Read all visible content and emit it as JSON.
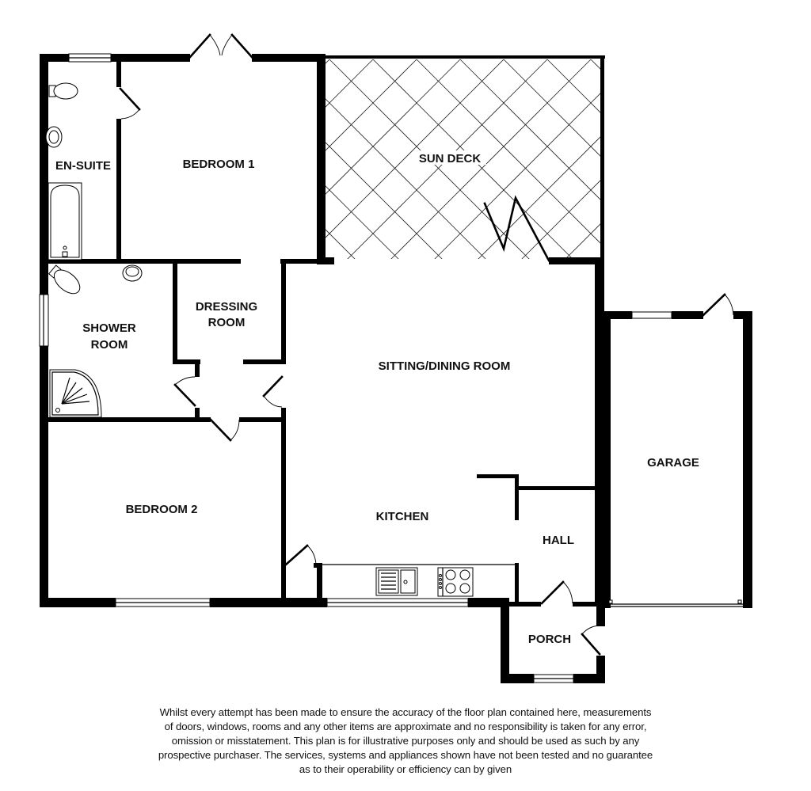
{
  "floor_plan": {
    "rooms": [
      {
        "id": "en-suite",
        "label": "EN-SUITE"
      },
      {
        "id": "bedroom-1",
        "label": "BEDROOM 1"
      },
      {
        "id": "sun-deck",
        "label": "SUN DECK"
      },
      {
        "id": "shower-room",
        "label_lines": [
          "SHOWER",
          "ROOM"
        ]
      },
      {
        "id": "dressing-room",
        "label_lines": [
          "DRESSING",
          "ROOM"
        ]
      },
      {
        "id": "sitting-dining-room",
        "label": "SITTING/DINING ROOM"
      },
      {
        "id": "garage",
        "label": "GARAGE"
      },
      {
        "id": "bedroom-2",
        "label": "BEDROOM 2"
      },
      {
        "id": "kitchen",
        "label": "KITCHEN"
      },
      {
        "id": "hall",
        "label": "HALL"
      },
      {
        "id": "porch",
        "label": "PORCH"
      }
    ],
    "fixtures": [
      "toilet",
      "basin",
      "bath",
      "corner-shower",
      "sink-drainer",
      "hob"
    ],
    "colors": {
      "wall": "#000000",
      "background": "#ffffff",
      "text": "#111111"
    }
  },
  "disclaimer": {
    "lines": [
      "Whilst every attempt has been made to ensure the accuracy of the floor plan contained here, measurements",
      "of doors, windows, rooms and any other items are approximate and no responsibility is taken for any error,",
      "omission or misstatement. This plan is for illustrative purposes only and should be used as such by any",
      "prospective purchaser. The services, systems and appliances shown have not been tested and no guarantee",
      "as to their operability or efficiency can by given"
    ]
  }
}
